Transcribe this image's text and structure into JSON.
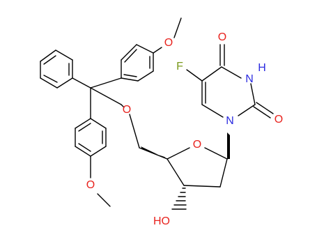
{
  "molecule": {
    "atoms": {
      "ether_o_top": "O",
      "ether_o_bottom": "O",
      "link_o": "O",
      "ring_o": "O",
      "n1": "N",
      "nh": "H",
      "n3": "N",
      "o_upper": "O",
      "o_right": "O",
      "fluorine": "F",
      "hydroxyl": "HO"
    },
    "colors": {
      "bond": "#000000",
      "oxygen": "#e8231e",
      "nitrogen": "#2c2ce0",
      "fluorine": "#7a9a1c",
      "hydroxyl": "#e8231e"
    }
  }
}
